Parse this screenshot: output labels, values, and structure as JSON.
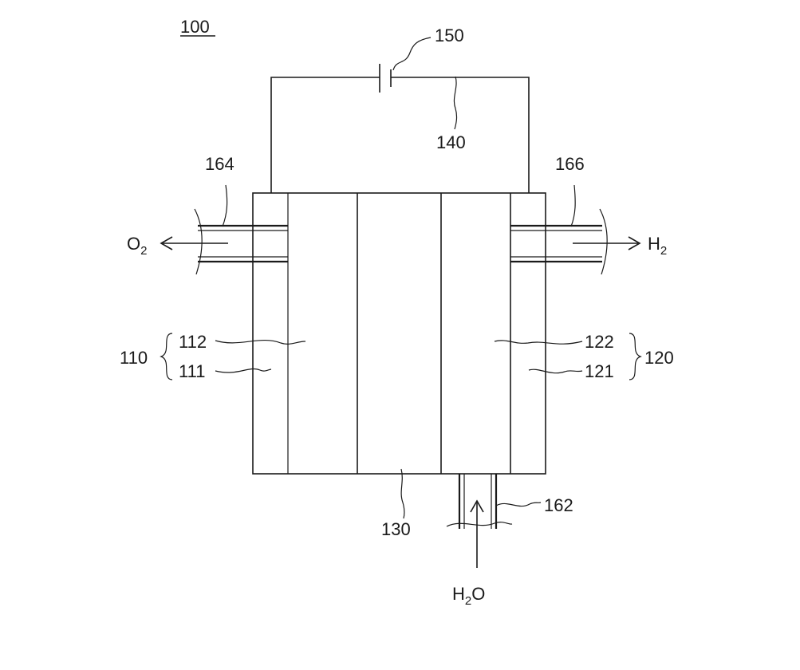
{
  "figure": {
    "ref": "100",
    "labels": {
      "l150": "150",
      "l140": "140",
      "l164": "164",
      "l166": "166",
      "l112": "112",
      "l111": "111",
      "l110": "110",
      "l122": "122",
      "l121": "121",
      "l120": "120",
      "l130": "130",
      "l162": "162"
    },
    "flows": {
      "o2_main": "O",
      "o2_sub": "2",
      "h2_main": "H",
      "h2_sub": "2",
      "h2o_h": "H",
      "h2o_sub": "2",
      "h2o_o": "O"
    }
  }
}
